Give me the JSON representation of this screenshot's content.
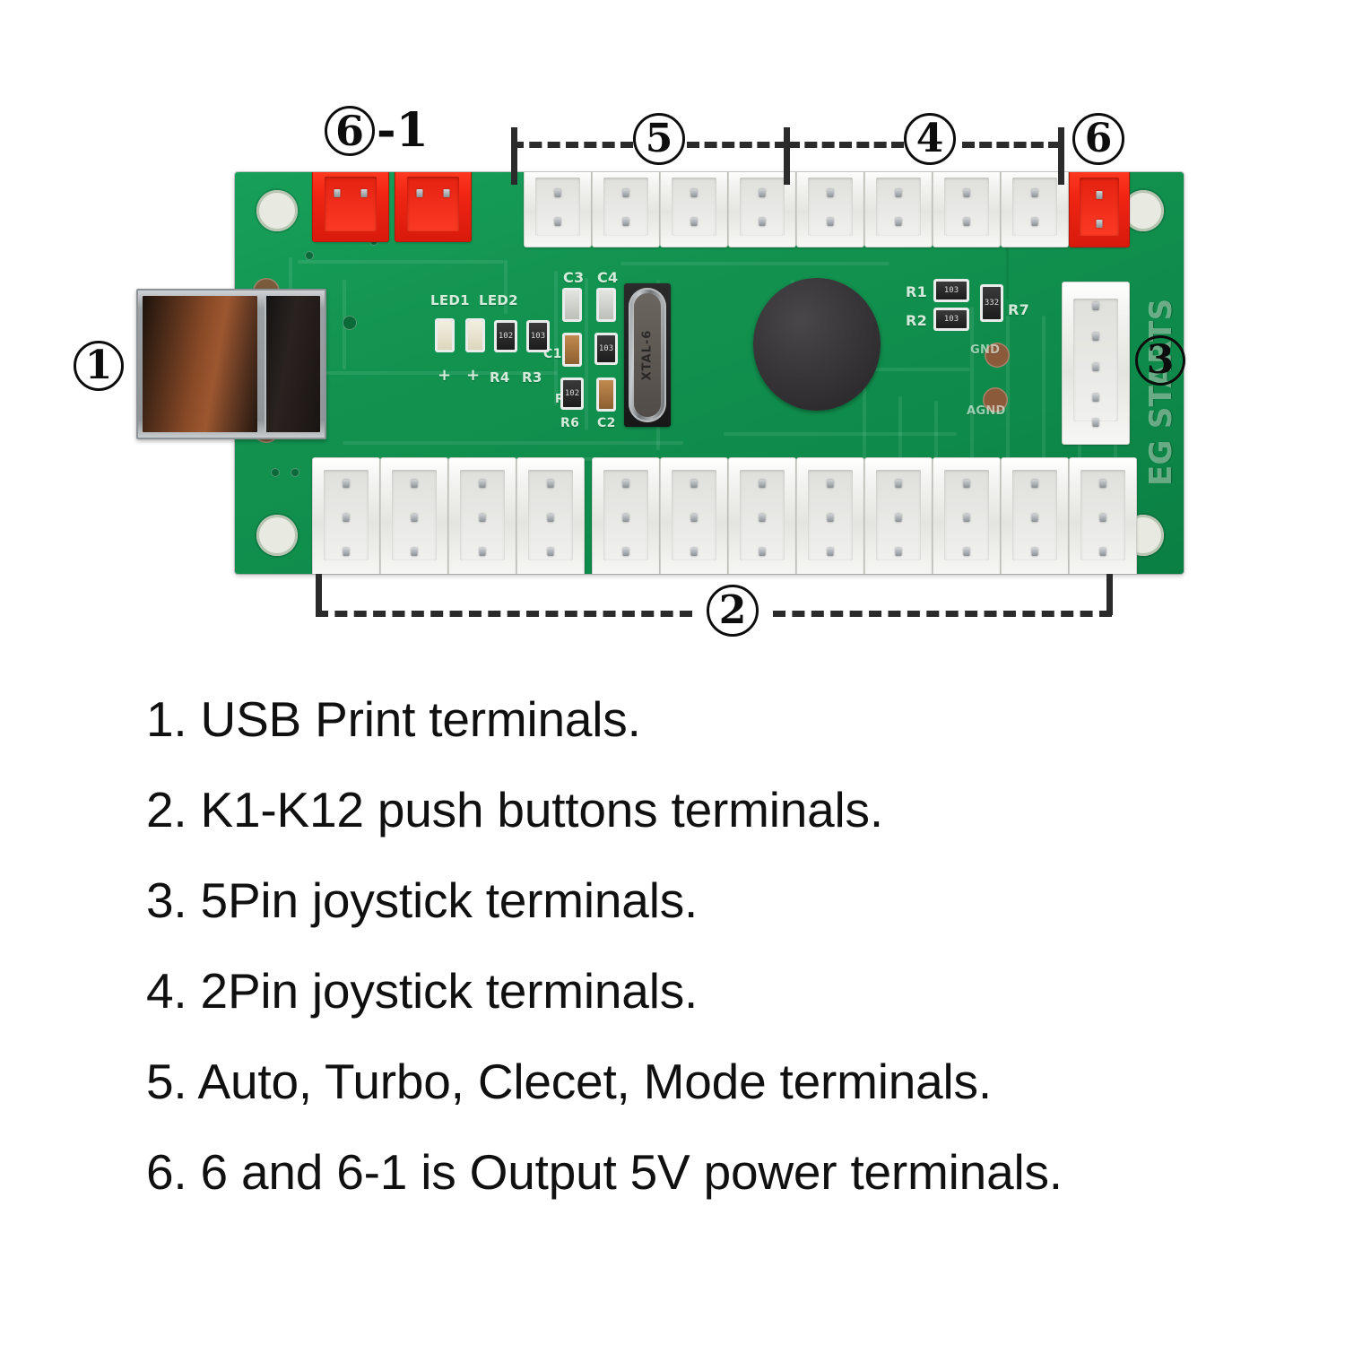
{
  "document": {
    "type": "product-instruction-diagram",
    "subject": "EG STARTS USB Zero Delay Arcade Encoder Board"
  },
  "callouts": [
    {
      "id": "c1",
      "number": "1",
      "text": "",
      "name": "callout-1-usb"
    },
    {
      "id": "c2",
      "number": "2",
      "text": "",
      "name": "callout-2-pushbuttons"
    },
    {
      "id": "c3",
      "number": "3",
      "text": "",
      "name": "callout-3-joystick-5pin"
    },
    {
      "id": "c4",
      "number": "4",
      "text": "",
      "name": "callout-4-joystick-2pin"
    },
    {
      "id": "c5",
      "number": "5",
      "text": "",
      "name": "callout-5-mode-terminals"
    },
    {
      "id": "c6",
      "number": "6",
      "text": "",
      "name": "callout-6-power"
    },
    {
      "id": "c61",
      "number": "6",
      "text": "-1",
      "name": "callout-6-1-power"
    }
  ],
  "board": {
    "brand_text": "EG STARTS",
    "silkscreen": [
      {
        "label": "LED1"
      },
      {
        "label": "LED2"
      },
      {
        "label": "C3"
      },
      {
        "label": "C4"
      },
      {
        "label": "C1"
      },
      {
        "label": "C2"
      },
      {
        "label": "R3"
      },
      {
        "label": "R4"
      },
      {
        "label": "R5"
      },
      {
        "label": "R6"
      },
      {
        "label": "R1"
      },
      {
        "label": "R2"
      },
      {
        "label": "R7"
      },
      {
        "label": "GND"
      },
      {
        "label": "AGND"
      }
    ],
    "crystal_label": "XTAL-6",
    "resistor_codes": [
      "103",
      "103",
      "332",
      "102",
      "103",
      "103",
      "102"
    ],
    "connectors": {
      "top_white_2pin_count": 8,
      "top_red_2pin_count": 3,
      "bottom_white_3pin_count": 12,
      "right_white_5pin_count": 1
    }
  },
  "description": {
    "items": [
      "1. USB Print terminals.",
      "2. K1-K12 push buttons terminals.",
      "3. 5Pin joystick terminals.",
      "4. 2Pin joystick terminals.",
      "5. Auto, Turbo, Clecet, Mode terminals.",
      "6. 6 and 6-1 is Output 5V power terminals."
    ]
  },
  "colors": {
    "pcb_green": "#12924f",
    "connector_red": "#f02513",
    "connector_white": "#f4f4f2",
    "text_black": "#101010",
    "annotation_dash": "#2b2b2b"
  }
}
